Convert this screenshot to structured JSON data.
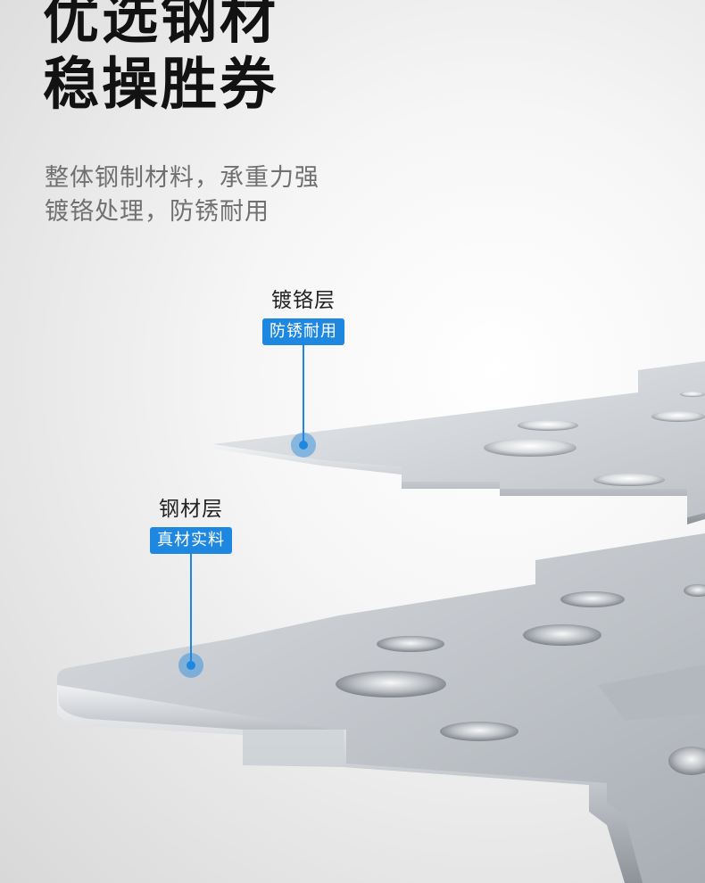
{
  "headline": {
    "line1": "优选钢材",
    "line2": "稳操胜券"
  },
  "subtitle": {
    "line1": "整体钢制材料，承重力强",
    "line2": "镀铬处理，防锈耐用"
  },
  "callouts": {
    "chrome_layer": {
      "label": "镀铬层",
      "badge": "防锈耐用"
    },
    "steel_layer": {
      "label": "钢材层",
      "badge": "真材实料"
    }
  },
  "colors": {
    "accent": "#1e88e0",
    "headline": "#121212",
    "subtitle": "#707070",
    "metal": "#c9cdd2"
  }
}
